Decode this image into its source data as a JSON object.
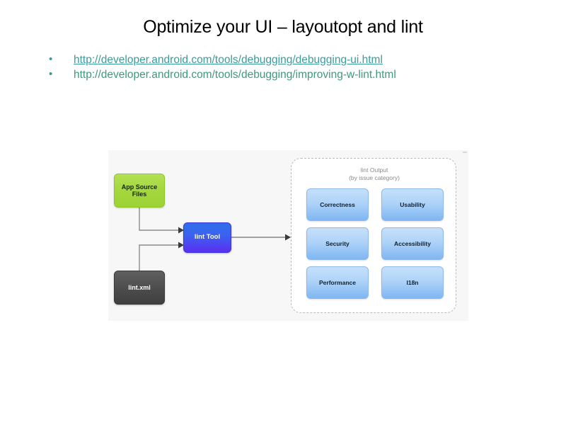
{
  "slide": {
    "title": "Optimize your UI – layoutopt and lint",
    "bullets": [
      {
        "marker": "•",
        "text": "http://developer.android.com/tools/debugging/debugging-ui.html",
        "is_link": true,
        "color": "#3b9c9c"
      },
      {
        "marker": "•",
        "text": "http://developer.android.com/tools/debugging/improving-w-lint.html",
        "is_link": false,
        "color": "#3f9978"
      }
    ]
  },
  "diagram": {
    "background": "#f7f7f7",
    "nodes": {
      "app_source": {
        "label_line1": "App Source",
        "label_line2": "Files",
        "color": "#a3d73e"
      },
      "lint_xml": {
        "label": "lint.xml",
        "color": "#4c4c4c"
      },
      "lint_tool": {
        "label": "lint Tool",
        "color": "#3b63f0"
      }
    },
    "output": {
      "title_line1": "lint Output",
      "title_line2": "(by issue category)",
      "border_style": "dashed",
      "categories": [
        "Correctness",
        "Usability",
        "Security",
        "Accessibility",
        "Performance",
        "I18n"
      ],
      "category_color": "#aed3f8"
    },
    "arrows": [
      "app-source-to-lint-tool",
      "lint-xml-to-lint-tool",
      "lint-tool-to-output"
    ]
  }
}
